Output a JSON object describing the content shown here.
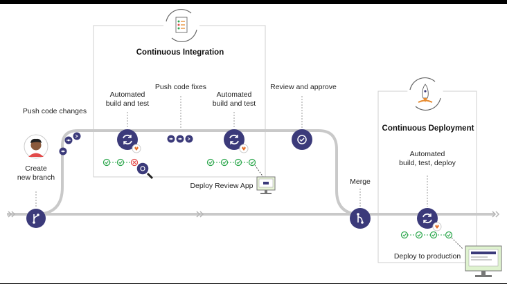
{
  "labels": {
    "ci_title": "Continuous Integration",
    "cd_title": "Continuous Deployment",
    "push_code_changes": "Push code changes",
    "create_line1": "Create",
    "create_line2": "new branch",
    "auto1_line1": "Automated",
    "auto1_line2": "build and test",
    "push_fixes": "Push code fixes",
    "auto2_line1": "Automated",
    "auto2_line2": "build and test",
    "review_approve": "Review and approve",
    "deploy_review_app": "Deploy Review App",
    "merge": "Merge",
    "auto3_line1": "Automated",
    "auto3_line2": "build, test, deploy",
    "deploy_production": "Deploy to production"
  },
  "colors": {
    "node": "#3b3a7a",
    "track": "#c9c9c9",
    "pass": "#2fa84f",
    "fail": "#e24a4a",
    "box_border": "#cfcfcf"
  },
  "icons": {
    "branch": "git-branch-icon",
    "build": "refresh-icon",
    "approve": "check-circle-icon",
    "merge": "git-merge-icon",
    "commit": "commit-icon",
    "review_app": "monitor-icon",
    "production": "monitor-icon",
    "search": "magnifier-icon",
    "ci_badge": "checklist-cycle-icon",
    "cd_badge": "rocket-cycle-icon"
  }
}
